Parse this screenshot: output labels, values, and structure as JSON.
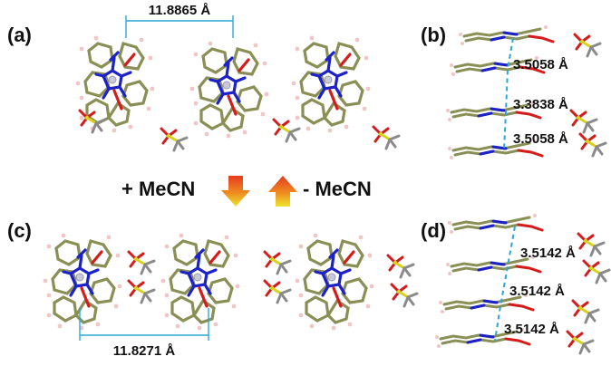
{
  "panels": {
    "a": "(a)",
    "b": "(b)",
    "c": "(c)",
    "d": "(d)"
  },
  "distances": {
    "a_top": "11.8865 Å",
    "b_1": "3.5058 Å",
    "b_2": "3.3838 Å",
    "b_3": "3.5058 Å",
    "c_bottom": "11.8271 Å",
    "d_1": "3.5142 Å",
    "d_2": "3.5142 Å",
    "d_3": "3.5142 Å"
  },
  "arrows": {
    "add": "+ MeCN",
    "remove": "- MeCN"
  },
  "colors": {
    "carbon": "#8a8f55",
    "nitrogen": "#1c22c8",
    "oxygen": "#d41c1c",
    "sulfur": "#d9d21a",
    "fluorine_grey": "#8a8a8a",
    "hydrogen": "#f0c6c6",
    "metal": "#c9c9d9",
    "dimension_line": "#2aa7d8",
    "arrow_down_top": "#e53b1f",
    "arrow_down_bottom": "#e8e02a"
  }
}
